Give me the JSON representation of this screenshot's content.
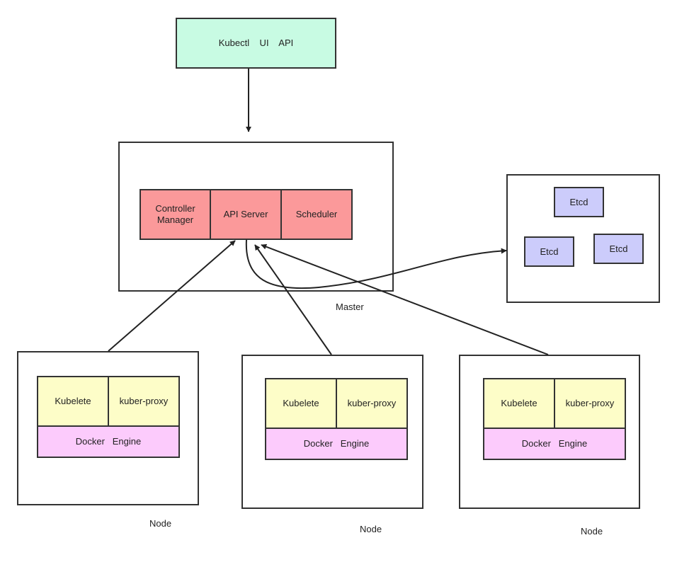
{
  "client": {
    "label": "Kubectl    UI    API"
  },
  "master": {
    "label": "Master",
    "components": [
      "Controller\nManager",
      "API Server",
      "Scheduler"
    ]
  },
  "etcd": {
    "items": [
      "Etcd",
      "Etcd",
      "Etcd"
    ]
  },
  "nodes": [
    {
      "label": "Node",
      "kubelet": "Kubelete",
      "proxy": "kuber-proxy",
      "engine": "Docker   Engine"
    },
    {
      "label": "Node",
      "kubelet": "Kubelete",
      "proxy": "kuber-proxy",
      "engine": "Docker   Engine"
    },
    {
      "label": "Node",
      "kubelet": "Kubelete",
      "proxy": "kuber-proxy",
      "engine": "Docker   Engine"
    }
  ]
}
